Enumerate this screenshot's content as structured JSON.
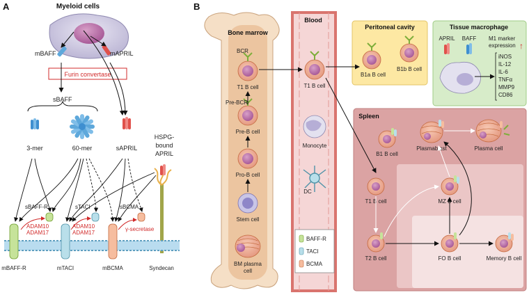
{
  "panels": {
    "a": "A",
    "b": "B"
  },
  "panel_a": {
    "myeloid": "Myeloid cells",
    "mbaff": "mBAFF",
    "mapril": "mAPRIL",
    "furin": "Furin convertase",
    "sbaff": "sBAFF",
    "trimer": "3-mer",
    "mer60": "60-mer",
    "sapril": "sAPRIL",
    "hspg": [
      "HSPG-",
      "bound",
      "APRIL"
    ],
    "sbaffr": "sBAFF-R",
    "staci": "sTACI",
    "sbcma": "sBCMA",
    "adam_a": [
      "ADAM10",
      "ADAM17"
    ],
    "adam_b": [
      "ADAM10",
      "ADAM17"
    ],
    "gamma": "γ-secretase",
    "receptors": [
      "mBAFF-R",
      "mTACI",
      "mBCMA",
      "Syndecan"
    ]
  },
  "panel_b": {
    "bone_marrow": "Bone marrow",
    "blood": "Blood",
    "bcr": "BCR",
    "prebcr": "Pre-BCR",
    "marrow_cells": [
      "T1 B cell",
      "Pre-B cell",
      "Pro-B cell",
      "Stem cell"
    ],
    "bm_plasma": [
      "BM plasma",
      "cell"
    ],
    "blood_t1": "T1 B cell",
    "monocyte": "Monocyte",
    "dc": "DC",
    "peritoneal": "Peritoneal cavity",
    "b1a": "B1a B cell",
    "b1b": "B1b B cell",
    "tissue": "Tissue macrophage",
    "april": "APRIL",
    "baff": "BAFF",
    "m1": [
      "M1 marker",
      "expression"
    ],
    "markers": [
      "iNOS",
      "IL-12",
      "IL-6",
      "TNFα",
      "MMP9",
      "CD86"
    ],
    "spleen": "Spleen",
    "spleen_cells": [
      "B1 B cell",
      "Plasmablast",
      "Plasma cell",
      "MZ B cell",
      "T1 B cell",
      "T2 B cell",
      "FO B cell",
      "Memory B cell"
    ],
    "legend": [
      "BAFF-R",
      "TACI",
      "BCMA"
    ]
  },
  "colors": {
    "baffr": "#a6cf5d",
    "taci": "#9ed3e3",
    "bcma": "#f3a07a",
    "accent_red": "#d12b2b",
    "spleen_bg": "#dba3a3",
    "peritoneal_bg": "#fde8a3",
    "tissue_bg": "#d7ecc9",
    "bone_bg": "#f5dfc6"
  }
}
